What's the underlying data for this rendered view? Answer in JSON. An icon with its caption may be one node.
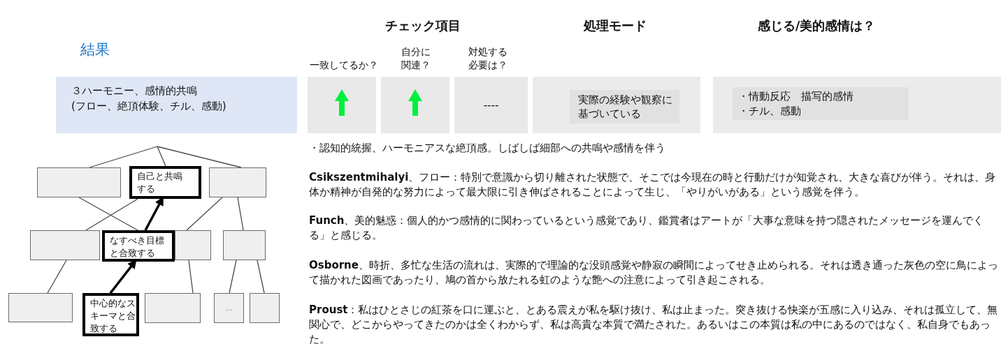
{
  "diagram": {
    "nodes": [
      {
        "text": [
          "３ハーモニー、感情的共鳴",
          "(フロー、絶頂体験、チル、感動)"
        ]
      },
      {
        "text": [],
        "shape": "box"
      },
      {
        "text": [],
        "shape": "box"
      },
      {
        "text": [
          "----"
        ]
      },
      {
        "text": [],
        "shape": "box"
      },
      {
        "text": [
          "実際の経験や観察に基づいている"
        ],
        "in": 4
      },
      {
        "text": [],
        "shape": "box"
      },
      {
        "text": [
          "・情動反応　描写的感情",
          "・チル、感動"
        ],
        "in": 6
      },
      {
        "text": [],
        "shape": "box"
      },
      {
        "text": [
          "自己と共鳴する"
        ]
      },
      {
        "text": [],
        "shape": "box"
      },
      {
        "text": [],
        "shape": "box"
      },
      {
        "text": [
          "なすべき目標と合致する"
        ]
      },
      {
        "text": [],
        "shape": "box"
      },
      {
        "text": [],
        "shape": "box"
      },
      {
        "text": [],
        "shape": "box"
      },
      {
        "text": [
          "中心的なスキーマと合致する"
        ]
      },
      {
        "text": [],
        "shape": "box"
      },
      {
        "text": [
          "…"
        ]
      },
      {
        "text": [],
        "shape": "box"
      }
    ],
    "edges": [
      {
        "from": null,
        "to": 8,
        "arrow": "none"
      },
      {
        "from": null,
        "to": 9,
        "arrow": "none"
      },
      {
        "from": null,
        "to": 10,
        "arrow": "none"
      },
      {
        "from": 8,
        "to": 12,
        "arrow": "none"
      },
      {
        "from": 9,
        "to": 11,
        "arrow": "none"
      },
      {
        "from": 10,
        "to": 13,
        "arrow": "none"
      },
      {
        "from": 10,
        "to": 14,
        "arrow": "none"
      },
      {
        "from": 12,
        "to": 9,
        "arrow": "to",
        "style": "thick"
      },
      {
        "from": 11,
        "to": 15,
        "arrow": "none"
      },
      {
        "from": 16,
        "to": 12,
        "arrow": "to",
        "style": "thick"
      },
      {
        "from": 13,
        "to": 17,
        "arrow": "none"
      },
      {
        "from": 14,
        "to": 18,
        "arrow": "none"
      },
      {
        "from": 14,
        "to": 19,
        "arrow": "none"
      }
    ],
    "labels": [
      "結果",
      "チェック項目",
      "一致してるか？",
      "自分に関連？",
      "対処する必要は？",
      "処理モード",
      "感じる/美的感情は？",
      "・認知的統握、ハーモニアスな絶頂感。しばしば細部への共鳴や感情を伴う",
      "**Csikszentmihalyi**、フロー：特別で意識から切り離された状態で、そこでは今現在の時と行動だけが知覚され、大きな喜びが伴う。それは、身体か精神が自発的な努力によって最大限に引き伸ばされることによって生じ、「やりがいがある」という感覚を伴う。",
      "**Funch**、美的魅惑：個人的かつ感情的に関わっているという感覚であり、鑑賞者はアートが「大事な意味を持つ隠されたメッセージを運んでくる」と感じる。",
      "**Osborne**、時折、多忙な生活の流れは、実際的で理論的な没頭感覚や静寂の瞬間によってせき止められる。それは透き通った灰色の空に鳥によって描かれた図画であったり、鳩の首から放たれる虹のような艶への注意によって引き起こされる。",
      "**Proust**：私はひとさじの紅茶を口に運ぶと、とある震えが私を駆け抜け、私は止まった。突き抜ける快楽が五感に入り込み、それは孤立して、無関心で、どこからやってきたのかは全くわからず、私は高貴な本質で満たされた。あるいはこの本質は私の中にあるのではなく、私自身でもあった。"
    ]
  }
}
